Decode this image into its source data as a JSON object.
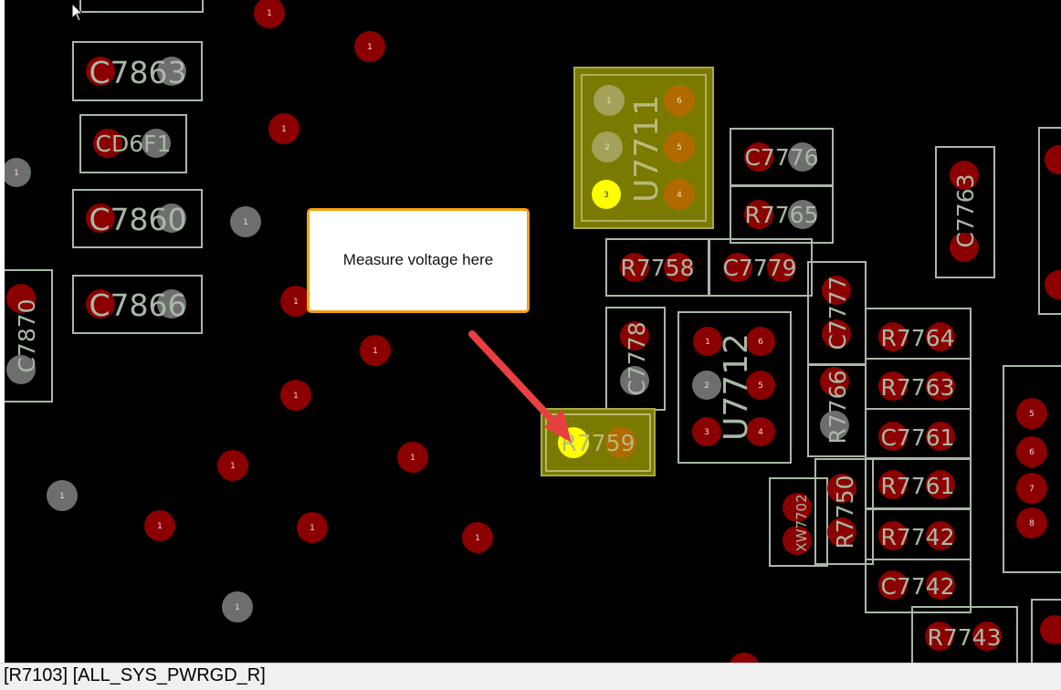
{
  "callout": {
    "text": "Measure voltage here"
  },
  "status_bar": {
    "text": "[R7103] [ALL_SYS_PWRGD_R]"
  },
  "colors": {
    "background": "#000000",
    "outline": "#a9b8a7",
    "pad_red": "#8b0000",
    "pad_gray": "#6e6e6e",
    "highlight": "#7a7a00",
    "selected_pad": "#ffff00",
    "arrow": "#e84040",
    "callout_border": "#f0a30a"
  },
  "labels": {
    "c7863": "C7863",
    "cd6f1": "CD6F1",
    "c7860": "C7860",
    "c7866": "C7866",
    "c7870": "C7870",
    "u7711": "U7711",
    "c7776": "C7776",
    "r7765": "R7765",
    "c7763": "C7763",
    "r7758": "R7758",
    "c7779": "C7779",
    "c7777": "C7777",
    "c7778": "C7778",
    "u7712": "U7712",
    "r7766": "R7766",
    "r7764": "R7764",
    "r7763": "R7763",
    "c7761": "C7761",
    "r7759": "R7759",
    "r7761": "R7761",
    "xw7702": "XW7702",
    "r7750": "R7750",
    "r7742": "R7742",
    "c7742": "C7742",
    "r7743": "R7743"
  },
  "pin_labels": {
    "p1": "1",
    "p2": "2",
    "p3": "3",
    "p4": "4",
    "p5": "5",
    "p6": "6",
    "p7": "7",
    "p8": "8"
  }
}
